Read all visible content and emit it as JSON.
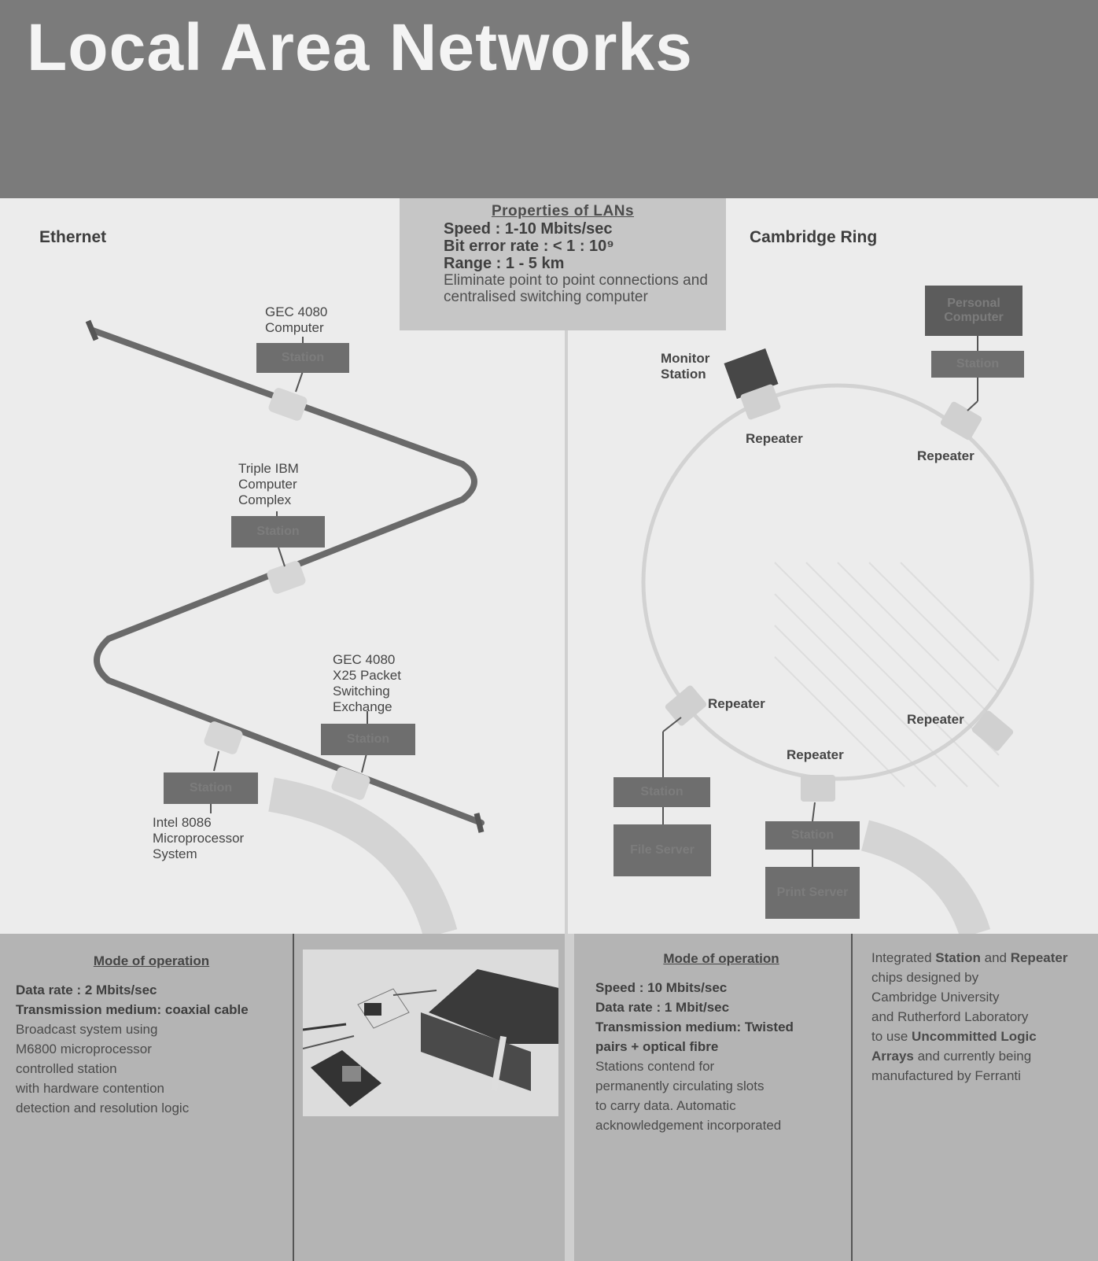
{
  "header": {
    "title": "Local Area Networks",
    "bg_color": "#7b7b7b"
  },
  "properties": {
    "title": "Properties of LANs",
    "speed": "Speed :   1-10 Mbits/sec",
    "bit_error_rate": "Bit error rate : < 1 : 10⁹",
    "range": "Range :   1 - 5 km",
    "description": "Eliminate point to point connections and centralised switching computer"
  },
  "ethernet": {
    "label": "Ethernet",
    "nodes": [
      {
        "label": "GEC 4080 Computer",
        "box": "Station"
      },
      {
        "label": "Triple IBM Computer Complex",
        "box": "Station"
      },
      {
        "label": "GEC 4080 X25 Packet Switching Exchange",
        "box": "Station"
      },
      {
        "label": "Intel 8086 Microprocessor System",
        "box": "Station"
      }
    ],
    "mode": {
      "title": "Mode of operation",
      "data_rate": "Data rate :      2 Mbits/sec",
      "medium": "Transmission medium: coaxial cable",
      "description": [
        "Broadcast system using",
        "M6800 microprocessor",
        "controlled station",
        "with hardware contention",
        "detection and resolution logic"
      ]
    }
  },
  "cambridge_ring": {
    "label": "Cambridge Ring",
    "monitor_label": "Monitor Station",
    "repeater_label": "Repeater",
    "personal_computer": "Personal Computer",
    "station": "Station",
    "file_server": "File Server",
    "print_server": "Print Server",
    "mode": {
      "title": "Mode of operation",
      "speed": "Speed :     10 Mbits/sec",
      "data_rate": "Data rate :    1 Mbit/sec",
      "medium": [
        "Transmission medium: Twisted",
        "pairs + optical fibre"
      ],
      "description": [
        "Stations contend for",
        "permanently circulating slots",
        "to carry data. Automatic",
        "acknowledgement incorporated"
      ]
    },
    "chips": {
      "line1_pre": "Integrated ",
      "line1_b1": "Station",
      "line1_mid": " and ",
      "line1_b2": "Repeater",
      "line2": "chips designed by",
      "line3": "Cambridge University",
      "line4": "and Rutherford Laboratory",
      "line5_pre": "to use ",
      "line5_b": "Uncommitted Logic",
      "line6_b": "Arrays",
      "line6_post": " and currently being",
      "line7": "manufactured by Ferranti"
    }
  }
}
